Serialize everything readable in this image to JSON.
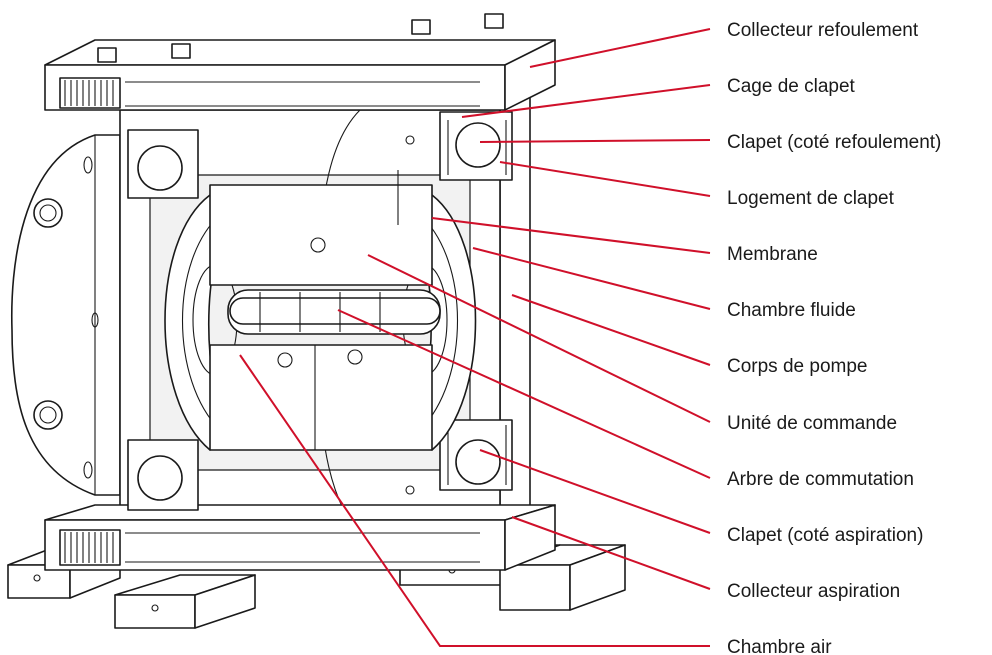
{
  "labels": {
    "collecteur_refoulement": "Collecteur refoulement",
    "cage_de_clapet": "Cage de clapet",
    "clapet_refoulement": "Clapet (coté refoulement)",
    "logement_de_clapet": "Logement de clapet",
    "membrane": "Membrane",
    "chambre_fluide": "Chambre fluide",
    "corps_de_pompe": "Corps de pompe",
    "unite_de_commande": "Unité de commande",
    "arbre_de_commutation": "Arbre de commutation",
    "clapet_aspiration": "Clapet (coté aspiration)",
    "collecteur_aspiration": "Collecteur aspiration",
    "chambre_air": "Chambre air"
  },
  "colors": {
    "leader_line": "#d0102a",
    "outline": "#1a1a1a",
    "background": "#ffffff"
  }
}
